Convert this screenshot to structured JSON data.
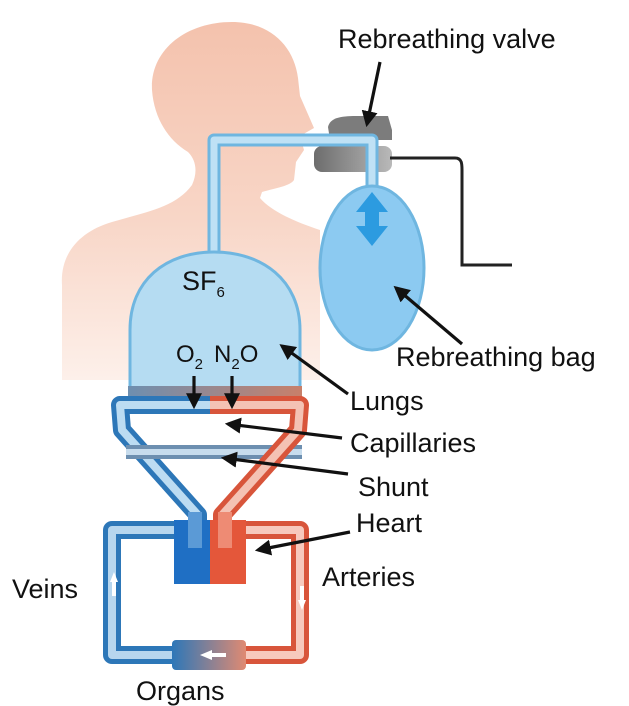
{
  "labels": {
    "rebreathing_valve": "Rebreathing valve",
    "rebreathing_bag": "Rebreathing bag",
    "sf6_main": "SF",
    "sf6_sub": "6",
    "o2_main": "O",
    "o2_sub": "2",
    "n2o_n": "N",
    "n2o_sub": "2",
    "n2o_o": "O",
    "lungs": "Lungs",
    "capillaries": "Capillaries",
    "shunt": "Shunt",
    "heart": "Heart",
    "veins": "Veins",
    "arteries": "Arteries",
    "organs": "Organs"
  },
  "colors": {
    "skin": "#f6c9b6",
    "skin_fade": "#fdf1ec",
    "lung_fill": "#aed8f0",
    "lung_stroke": "#6fb6e0",
    "venous_blue": "#2d77b8",
    "arterial_red": "#d8553b",
    "heart_blue": "#1f6fc4",
    "heart_red": "#e4573a",
    "valve_gray": "#8e8e8e",
    "arrow": "#111111"
  }
}
